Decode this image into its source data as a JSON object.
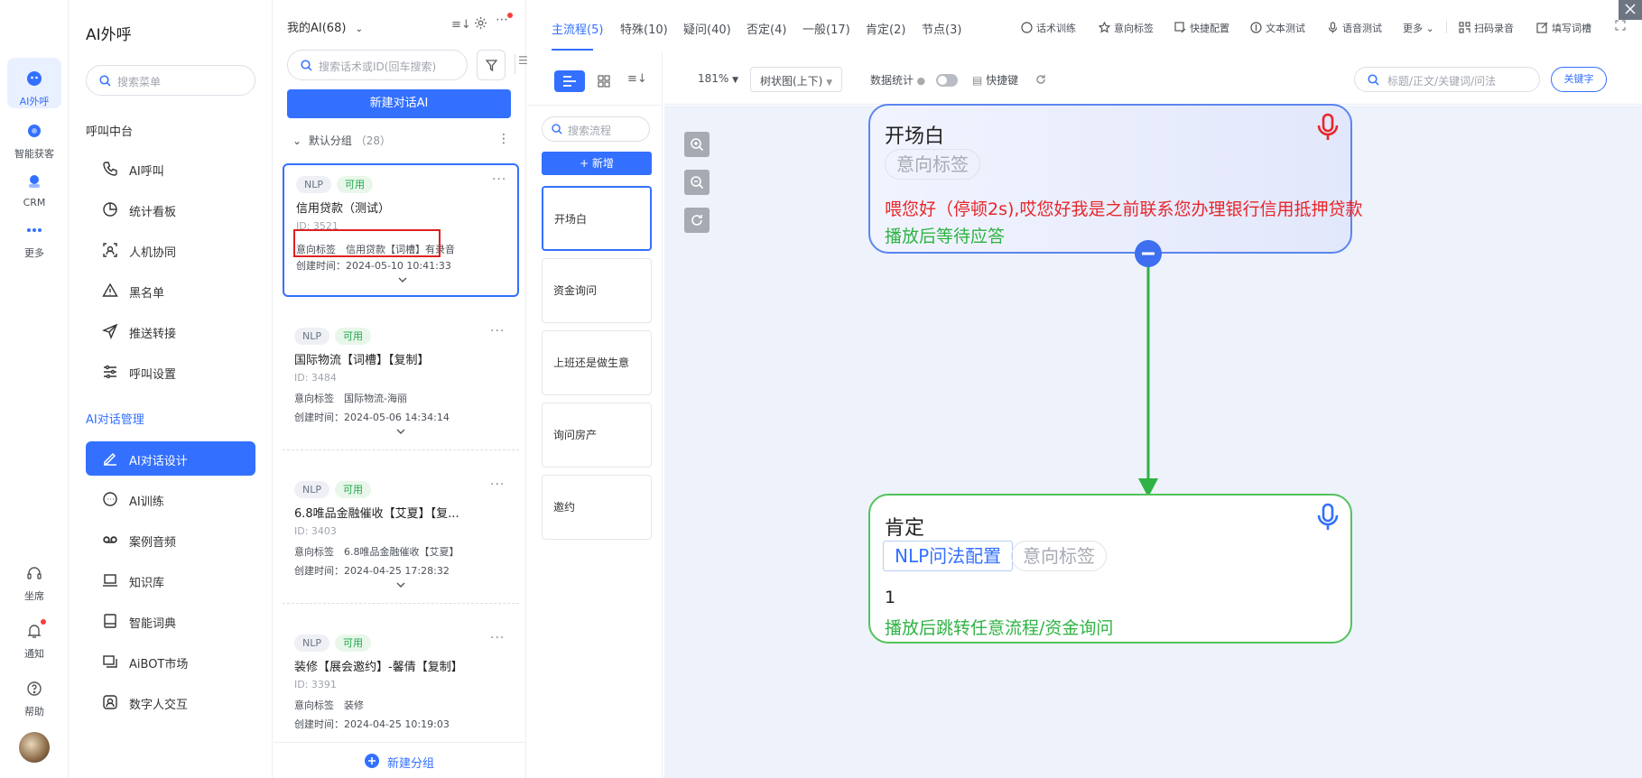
{
  "rail": {
    "items": [
      {
        "label": "AI外呼",
        "icon": "ai-outbound-icon"
      },
      {
        "label": "智能获客",
        "icon": "acquisition-icon"
      },
      {
        "label": "CRM",
        "icon": "crm-icon"
      },
      {
        "label": "更多",
        "icon": "more-dots-icon"
      },
      {
        "label": "坐席",
        "icon": "headset-icon"
      },
      {
        "label": "通知",
        "icon": "bell-icon"
      },
      {
        "label": "帮助",
        "icon": "help-icon"
      }
    ]
  },
  "menu": {
    "title": "AI外呼",
    "search_placeholder": "搜索菜单",
    "group1": "呼叫中台",
    "group1_items": [
      {
        "label": "AI呼叫",
        "icon": "phone-icon"
      },
      {
        "label": "统计看板",
        "icon": "pie-chart-icon"
      },
      {
        "label": "人机协同",
        "icon": "human-machine-icon"
      },
      {
        "label": "黑名单",
        "icon": "warning-icon"
      },
      {
        "label": "推送转接",
        "icon": "send-icon"
      },
      {
        "label": "呼叫设置",
        "icon": "sliders-icon"
      }
    ],
    "group2": "AI对话管理",
    "group2_items": [
      {
        "label": "AI对话设计",
        "icon": "pen-icon"
      },
      {
        "label": "AI训练",
        "icon": "chat-icon"
      },
      {
        "label": "案例音频",
        "icon": "voicemail-icon"
      },
      {
        "label": "知识库",
        "icon": "laptop-icon"
      },
      {
        "label": "智能词典",
        "icon": "book-icon"
      },
      {
        "label": "AiBOT市场",
        "icon": "screen-icon"
      },
      {
        "label": "数字人交互",
        "icon": "digital-human-icon"
      }
    ]
  },
  "bots": {
    "header": "我的AI(68)",
    "search_placeholder": "搜索话术或ID(回车搜索)",
    "new_button": "新建对话AI",
    "group_name": "默认分组",
    "group_count": "（28）",
    "footer_button": "新建分组",
    "cards": [
      {
        "tag1": "NLP",
        "tag2": "可用",
        "name": "信用贷款（测试）",
        "id": "ID: 3521",
        "intent": "意向标签　信用贷款【词槽】有录音",
        "created": "创建时间：2024-05-10 10:41:33"
      },
      {
        "tag1": "NLP",
        "tag2": "可用",
        "name": "国际物流【词槽】【复制】",
        "id": "ID: 3484",
        "intent": "意向标签　国际物流-海丽",
        "created": "创建时间：2024-05-06 14:34:14"
      },
      {
        "tag1": "NLP",
        "tag2": "可用",
        "name": "6.8唯品金融催收【艾夏】【复...",
        "id": "ID: 3403",
        "intent": "意向标签　6.8唯品金融催收【艾夏】",
        "created": "创建时间：2024-04-25 17:28:32"
      },
      {
        "tag1": "NLP",
        "tag2": "可用",
        "name": "装修【展会邀约】-馨倩【复制】",
        "id": "ID: 3391",
        "intent": "意向标签　装修",
        "created": "创建时间：2024-04-25 10:19:03"
      }
    ]
  },
  "tabs": [
    "主流程(5)",
    "特殊(10)",
    "疑问(40)",
    "否定(4)",
    "一般(17)",
    "肯定(2)",
    "节点(3)"
  ],
  "tools": [
    "话术训练",
    "意向标签",
    "快捷配置",
    "文本测试",
    "语音测试",
    "更多",
    "扫码录音",
    "填写词槽"
  ],
  "flows": {
    "search_placeholder": "搜索流程",
    "add_button": "+ 新增",
    "items": [
      "开场白",
      "资金询问",
      "上班还是做生意",
      "询问房产",
      "邀约"
    ]
  },
  "canvas_toolbar": {
    "zoom": "181%",
    "layout": "树状图(上下)",
    "stats": "数据统计",
    "shortcut": "快捷键",
    "search_placeholder": "标题/正文/关键词/问法",
    "keyword_button": "关键字"
  },
  "nodes": {
    "start": {
      "title": "开场白",
      "chip": "意向标签",
      "text": "喂您好（停顿2s),哎您好我是之前联系您办理银行信用抵押贷款",
      "action": "播放后等待应答"
    },
    "positive": {
      "title": "肯定",
      "chip1": "NLP问法配置",
      "chip2": "意向标签",
      "text": "1",
      "action": "播放后跳转任意流程/资金询问"
    }
  },
  "colors": {
    "primary": "#3370ff",
    "success": "#2fb344",
    "danger": "#e8262b",
    "canvas": "#eef2fb"
  }
}
